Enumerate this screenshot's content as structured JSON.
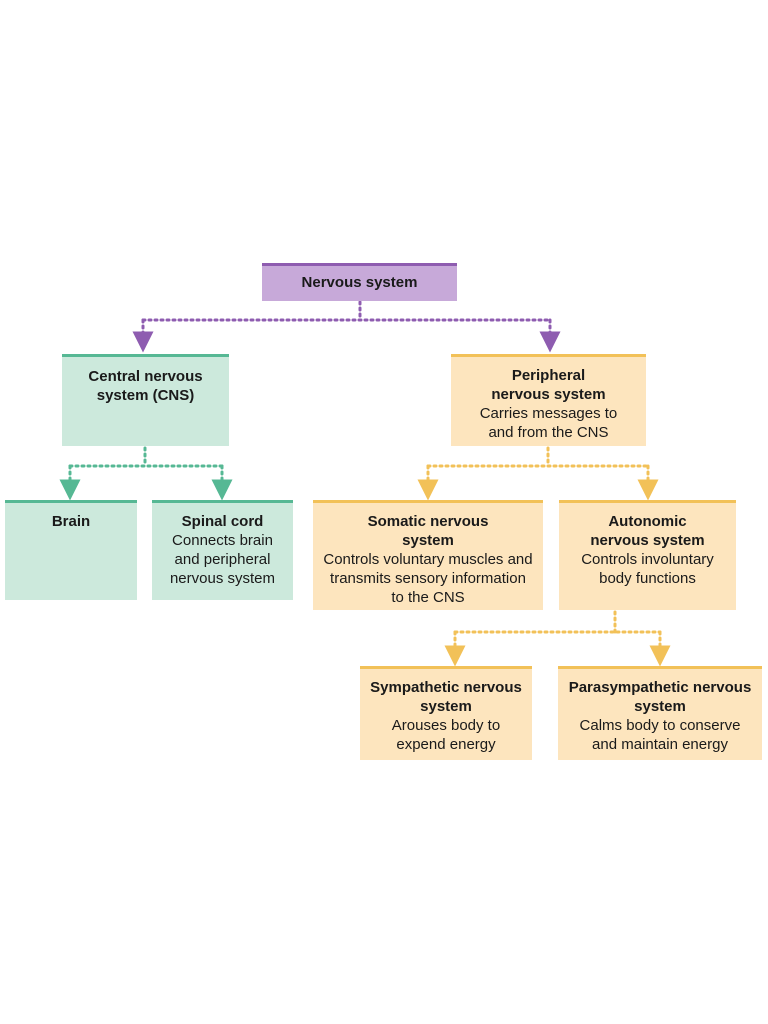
{
  "colors": {
    "purple_fill": "#c7a9d9",
    "purple_line": "#8e5cb0",
    "green_fill": "#cce9dc",
    "green_line": "#56b894",
    "yellow_fill": "#fde5be",
    "yellow_line": "#f2c158"
  },
  "nodes": {
    "nervous_system": {
      "title": "Nervous system"
    },
    "cns": {
      "title": "Central nervous system (CNS)"
    },
    "pns": {
      "title": "Peripheral nervous system",
      "desc": "Carries messages to and from the CNS"
    },
    "brain": {
      "title": "Brain"
    },
    "spinal_cord": {
      "title": "Spinal cord",
      "desc": "Connects brain and peripheral nervous system"
    },
    "somatic": {
      "title": "Somatic nervous system",
      "desc": "Controls voluntary muscles and transmits sensory information to the CNS"
    },
    "autonomic": {
      "title": "Autonomic nervous system",
      "desc": "Controls involuntary body functions"
    },
    "sympathetic": {
      "title": "Sympathetic nervous system",
      "desc": "Arouses body to expend energy"
    },
    "parasympathetic": {
      "title": "Parasympathetic nervous system",
      "desc": "Calms body to conserve and maintain energy"
    }
  }
}
